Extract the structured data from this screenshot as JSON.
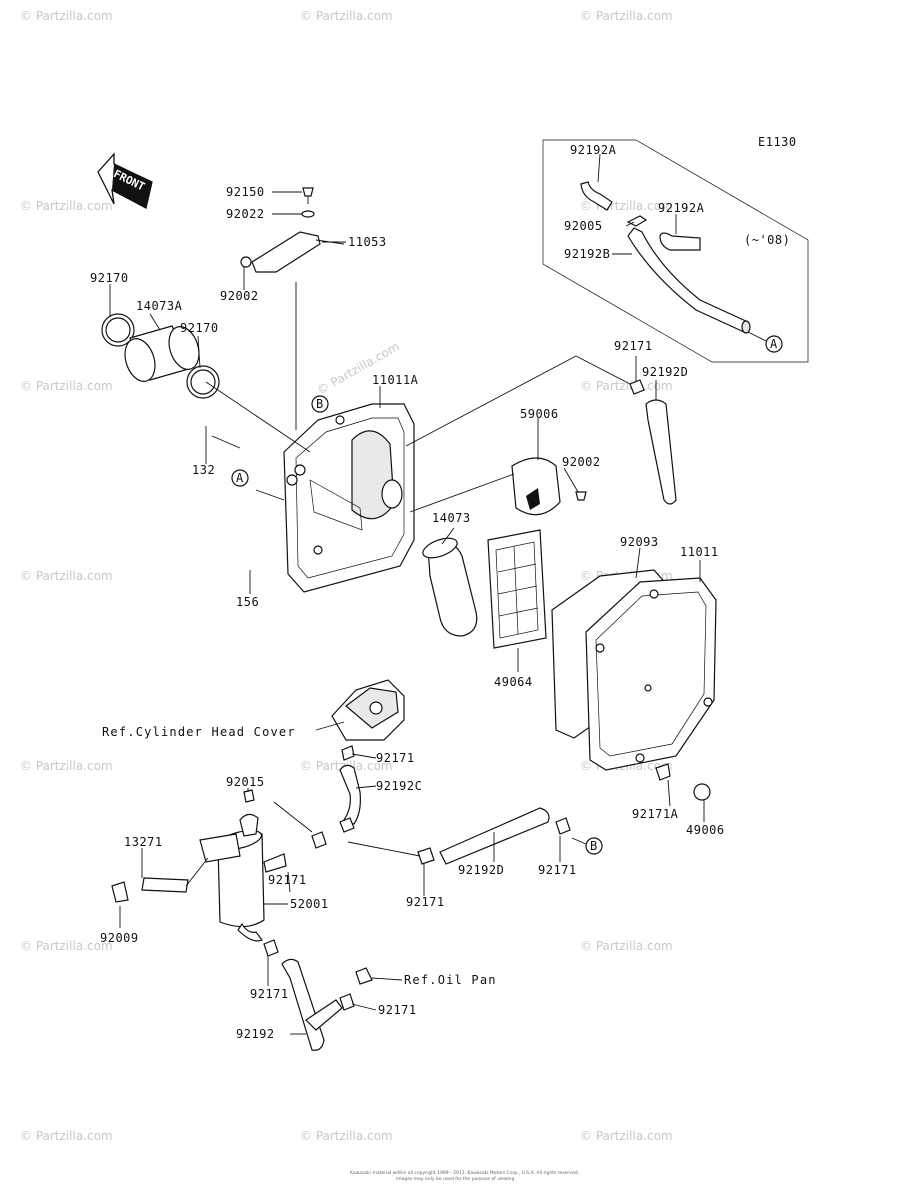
{
  "diagram": {
    "code": "E1130",
    "front_label": "FRONT",
    "year_note": "(~'08)",
    "watermark": "© Partzilla.com",
    "footer_line1": "Kawasaki material within all copyright 1999 - 2011. Kawasaki Motors Corp., U.S.A. All rights reserved.",
    "footer_line2": "images may only be used for the purpose of viewing",
    "callouts": {
      "a": "A",
      "b": "B"
    },
    "parts": {
      "p92150": "92150",
      "p92022": "92022",
      "p11053": "11053",
      "p92002_top": "92002",
      "p92170_left": "92170",
      "p14073A": "14073A",
      "p92170_mid": "92170",
      "p11011A": "11011A",
      "p132": "132",
      "p156": "156",
      "p14073": "14073",
      "p59006": "59006",
      "p92002_right": "92002",
      "p49064": "49064",
      "p92093": "92093",
      "p11011": "11011",
      "p92171A": "92171A",
      "p49006": "49006",
      "p92192A_1": "92192A",
      "p92005": "92005",
      "p92192A_2": "92192A",
      "p92192B": "92192B",
      "p92171_top": "92171",
      "p92192D_top": "92192D",
      "p92015": "92015",
      "p92171_head": "92171",
      "p92192C": "92192C",
      "p13271": "13271",
      "p92009": "92009",
      "p92171_tank": "92171",
      "p52001": "52001",
      "p92171_mid": "92171",
      "p92192D_bottom": "92192D",
      "p92171_right": "92171",
      "p92171_low": "92171",
      "p92171_oil": "92171",
      "p92192": "92192"
    },
    "refs": {
      "cylinder_head": "Ref.Cylinder Head Cover",
      "oil_pan": "Ref.Oil Pan"
    }
  }
}
